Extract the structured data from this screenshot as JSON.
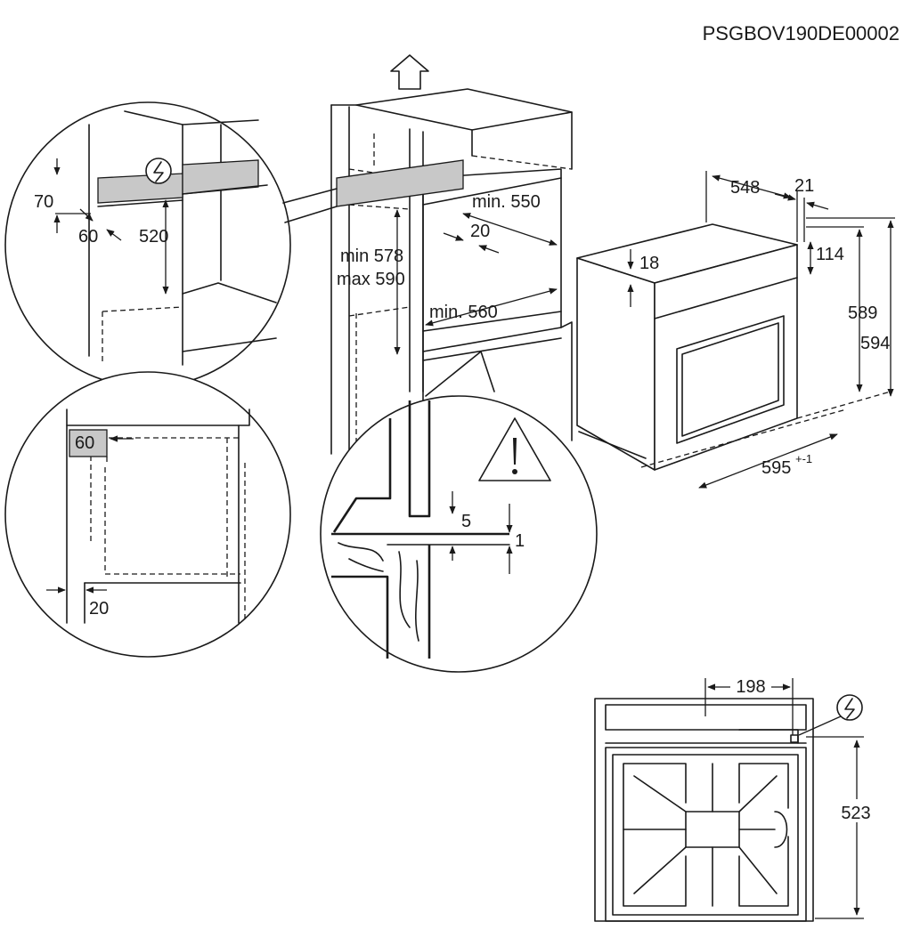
{
  "diagram_code": "PSGBOV190DE00002",
  "niche": {
    "height_min": "min 578",
    "height_max": "max 590",
    "width_top": "min. 550",
    "depth_gap": "20",
    "depth_bottom": "min. 560"
  },
  "detail_top": {
    "d70": "70",
    "d60": "60",
    "d520": "520"
  },
  "detail_left": {
    "d60": "60",
    "d20": "20"
  },
  "detail_floor": {
    "d5": "5",
    "d1": "1"
  },
  "oven": {
    "depth": "548",
    "door": "21",
    "d18": "18",
    "d114": "114",
    "h589": "589",
    "h594": "594",
    "width": "595",
    "width_tol": "+-1"
  },
  "top_view": {
    "d198": "198",
    "d523": "523"
  },
  "icons": [
    "arrow-up-icon",
    "electric-plug-icon",
    "warning-triangle-icon"
  ]
}
